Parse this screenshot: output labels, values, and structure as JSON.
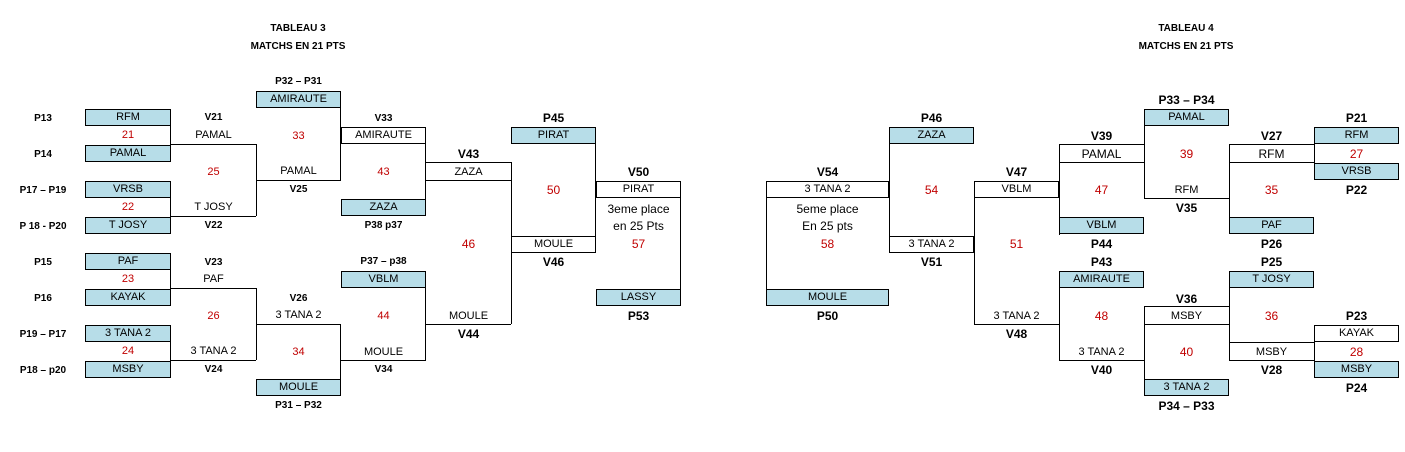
{
  "tableau3": {
    "title": "TABLEAU 3",
    "subtitle": "MATCHS EN 21 PTS",
    "left_labels": [
      "P13",
      "P14",
      "P17 – P19",
      "P 18 - P20",
      "P15",
      "P16",
      "P19 – P17",
      "P18 – p20"
    ],
    "r1_teams": [
      "RFM",
      "PAMAL",
      "VRSB",
      "T JOSY",
      "PAF",
      "KAYAK",
      "3 TANA 2",
      "MSBY"
    ],
    "r1_scores": [
      "21",
      "22",
      "23",
      "24"
    ],
    "r1_match_nums": [
      "25",
      "26"
    ],
    "r1_winner_labels": [
      "V21",
      "V22",
      "V23",
      "V24"
    ],
    "r1_winners": [
      "PAMAL",
      "T JOSY",
      "PAF",
      "3 TANA 2"
    ],
    "r2_winners": [
      "PAMAL",
      "3 TANA 2"
    ],
    "r2_winner_labels": [
      "V25",
      "V26"
    ],
    "top_seed_label": "P32 – P31",
    "top_seed": "AMIRAUTE",
    "top_match": "33",
    "bottom_match": "34",
    "bottom_seed": "MOULE",
    "bottom_seed_label": "P31 – P32",
    "v33_label": "V33",
    "v33_team": "AMIRAUTE",
    "v34_team": "MOULE",
    "v34_label": "V34",
    "m43": "43",
    "m44": "44",
    "zaza": "ZAZA",
    "zaza_label": "P38  p37",
    "vblm_label": "P37 – p38",
    "vblm": "VBLM",
    "v43_label": "V43",
    "v43_team": "ZAZA",
    "v44_team": "MOULE",
    "v44_label": "V44",
    "m46": "46",
    "p45_label": "P45",
    "p45_team": "PIRAT",
    "m50": "50",
    "v46_team": "MOULE",
    "v46_label": "V46",
    "v50_label": "V50",
    "v50_team": "PIRAT",
    "third_place_1": "3eme place",
    "third_place_2": "en 25 Pts",
    "m57": "57",
    "p53_team": "LASSY",
    "p53_label": "P53"
  },
  "tableau4": {
    "title": "TABLEAU 4",
    "subtitle": "MATCHS EN 21 PTS",
    "v54_label": "V54",
    "v54_team": "3 TANA 2",
    "fifth_place_1": "5eme place",
    "fifth_place_2": "En 25 pts",
    "m58": "58",
    "p50_team": "MOULE",
    "p50_label": "P50",
    "p46_label": "P46",
    "p46_team": "ZAZA",
    "m54": "54",
    "v51_team": "3 TANA 2",
    "v51_label": "V51",
    "v47_label": "V47",
    "v47_team": "VBLM",
    "m51": "51",
    "v48_team": "3 TANA 2",
    "v48_label": "V48",
    "v39_label": "V39",
    "v39_team": "PAMAL",
    "m47": "47",
    "vblm": "VBLM",
    "p44_label": "P44",
    "p43_label": "P43",
    "amiraute": "AMIRAUTE",
    "m48": "48",
    "v40_team": "3 TANA 2",
    "v40_label": "V40",
    "top_seed_label": "P33 – P34",
    "top_seed": "PAMAL",
    "m39": "39",
    "v35_team": "RFM",
    "v35_label": "V35",
    "v36_label": "V36",
    "v36_team": "MSBY",
    "m40": "40",
    "bottom_seed": "3 TANA 2",
    "bottom_seed_label": "P34 – P33",
    "v27_label": "V27",
    "v27_team": "RFM",
    "m35": "35",
    "paf": "PAF",
    "p26_label": "P26",
    "p25_label": "P25",
    "tjosy": "T JOSY",
    "m36": "36",
    "v28_team": "MSBY",
    "v28_label": "V28",
    "right_labels_top": [
      "P21",
      "P22",
      "P23",
      "P24"
    ],
    "r1_teams": [
      "RFM",
      "VRSB",
      "KAYAK",
      "MSBY"
    ],
    "r1_scores": [
      "27",
      "28"
    ]
  }
}
